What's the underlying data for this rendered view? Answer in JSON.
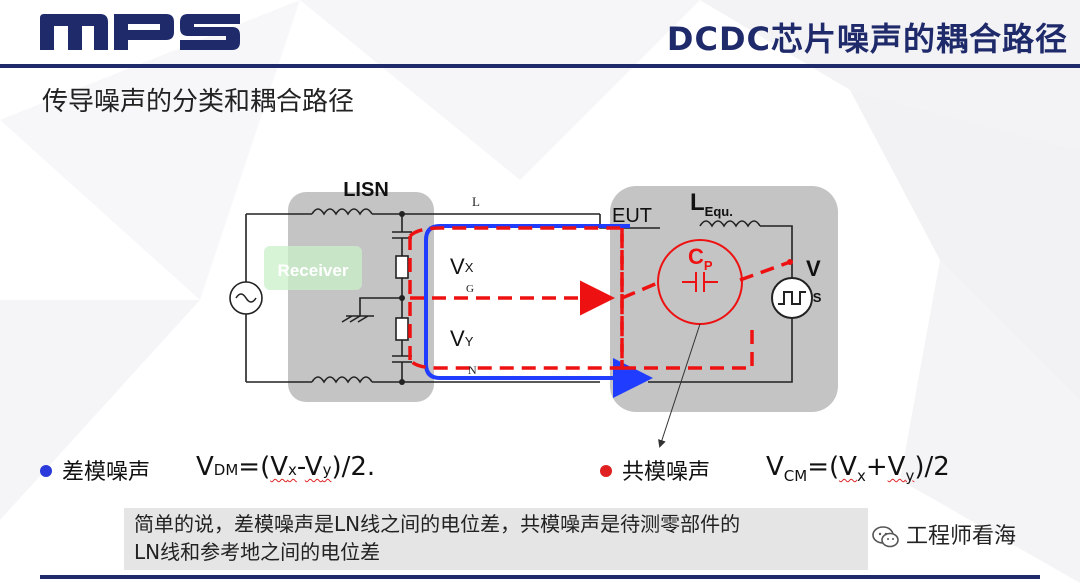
{
  "header": {
    "logo_text": "mps",
    "title": "DCDC芯片噪声的耦合路径"
  },
  "subtitle": "传导噪声的分类和耦合路径",
  "diagram": {
    "lisn_label": "LISN",
    "receiver_label": "Receiver",
    "line_l_label": "L",
    "line_n_label": "N",
    "ground_sub_label": "G",
    "eut_label": "EUT",
    "lequ_main": "L",
    "lequ_sub": "Equ.",
    "cp_main": "C",
    "cp_sub": "P",
    "vs_main": "V",
    "vs_sub": "S",
    "vx_main": "V",
    "vx_sub": "X",
    "vy_main": "V",
    "vy_sub": "Y",
    "colors": {
      "dm_path": "#1f3cff",
      "cm_path": "#ee1111",
      "box": "#c4c4c4"
    }
  },
  "legend": {
    "dm_label": "差模噪声",
    "cm_label": "共模噪声",
    "dm_color": "#2b3bdb",
    "cm_color": "#e02020"
  },
  "formulas": {
    "dm_v": "V",
    "dm_sub": "DM",
    "dm_eq": "=(",
    "dm_vx": "V",
    "dm_vx_sub": "x",
    "dm_minus": "-",
    "dm_vy": "V",
    "dm_vy_sub": "y",
    "dm_end": ")/2.",
    "cm_v": "V",
    "cm_sub": "CM",
    "cm_eq": "=(",
    "cm_vx": "V",
    "cm_vx_sub": "x",
    "cm_plus": "+",
    "cm_vy": "V",
    "cm_vy_sub": "y",
    "cm_end": ")/2"
  },
  "note": {
    "line1": "简单的说，差模噪声是LN线之间的电位差，共模噪声是待测零部件的",
    "line2": "LN线和参考地之间的电位差"
  },
  "watermark": "工程师看海"
}
